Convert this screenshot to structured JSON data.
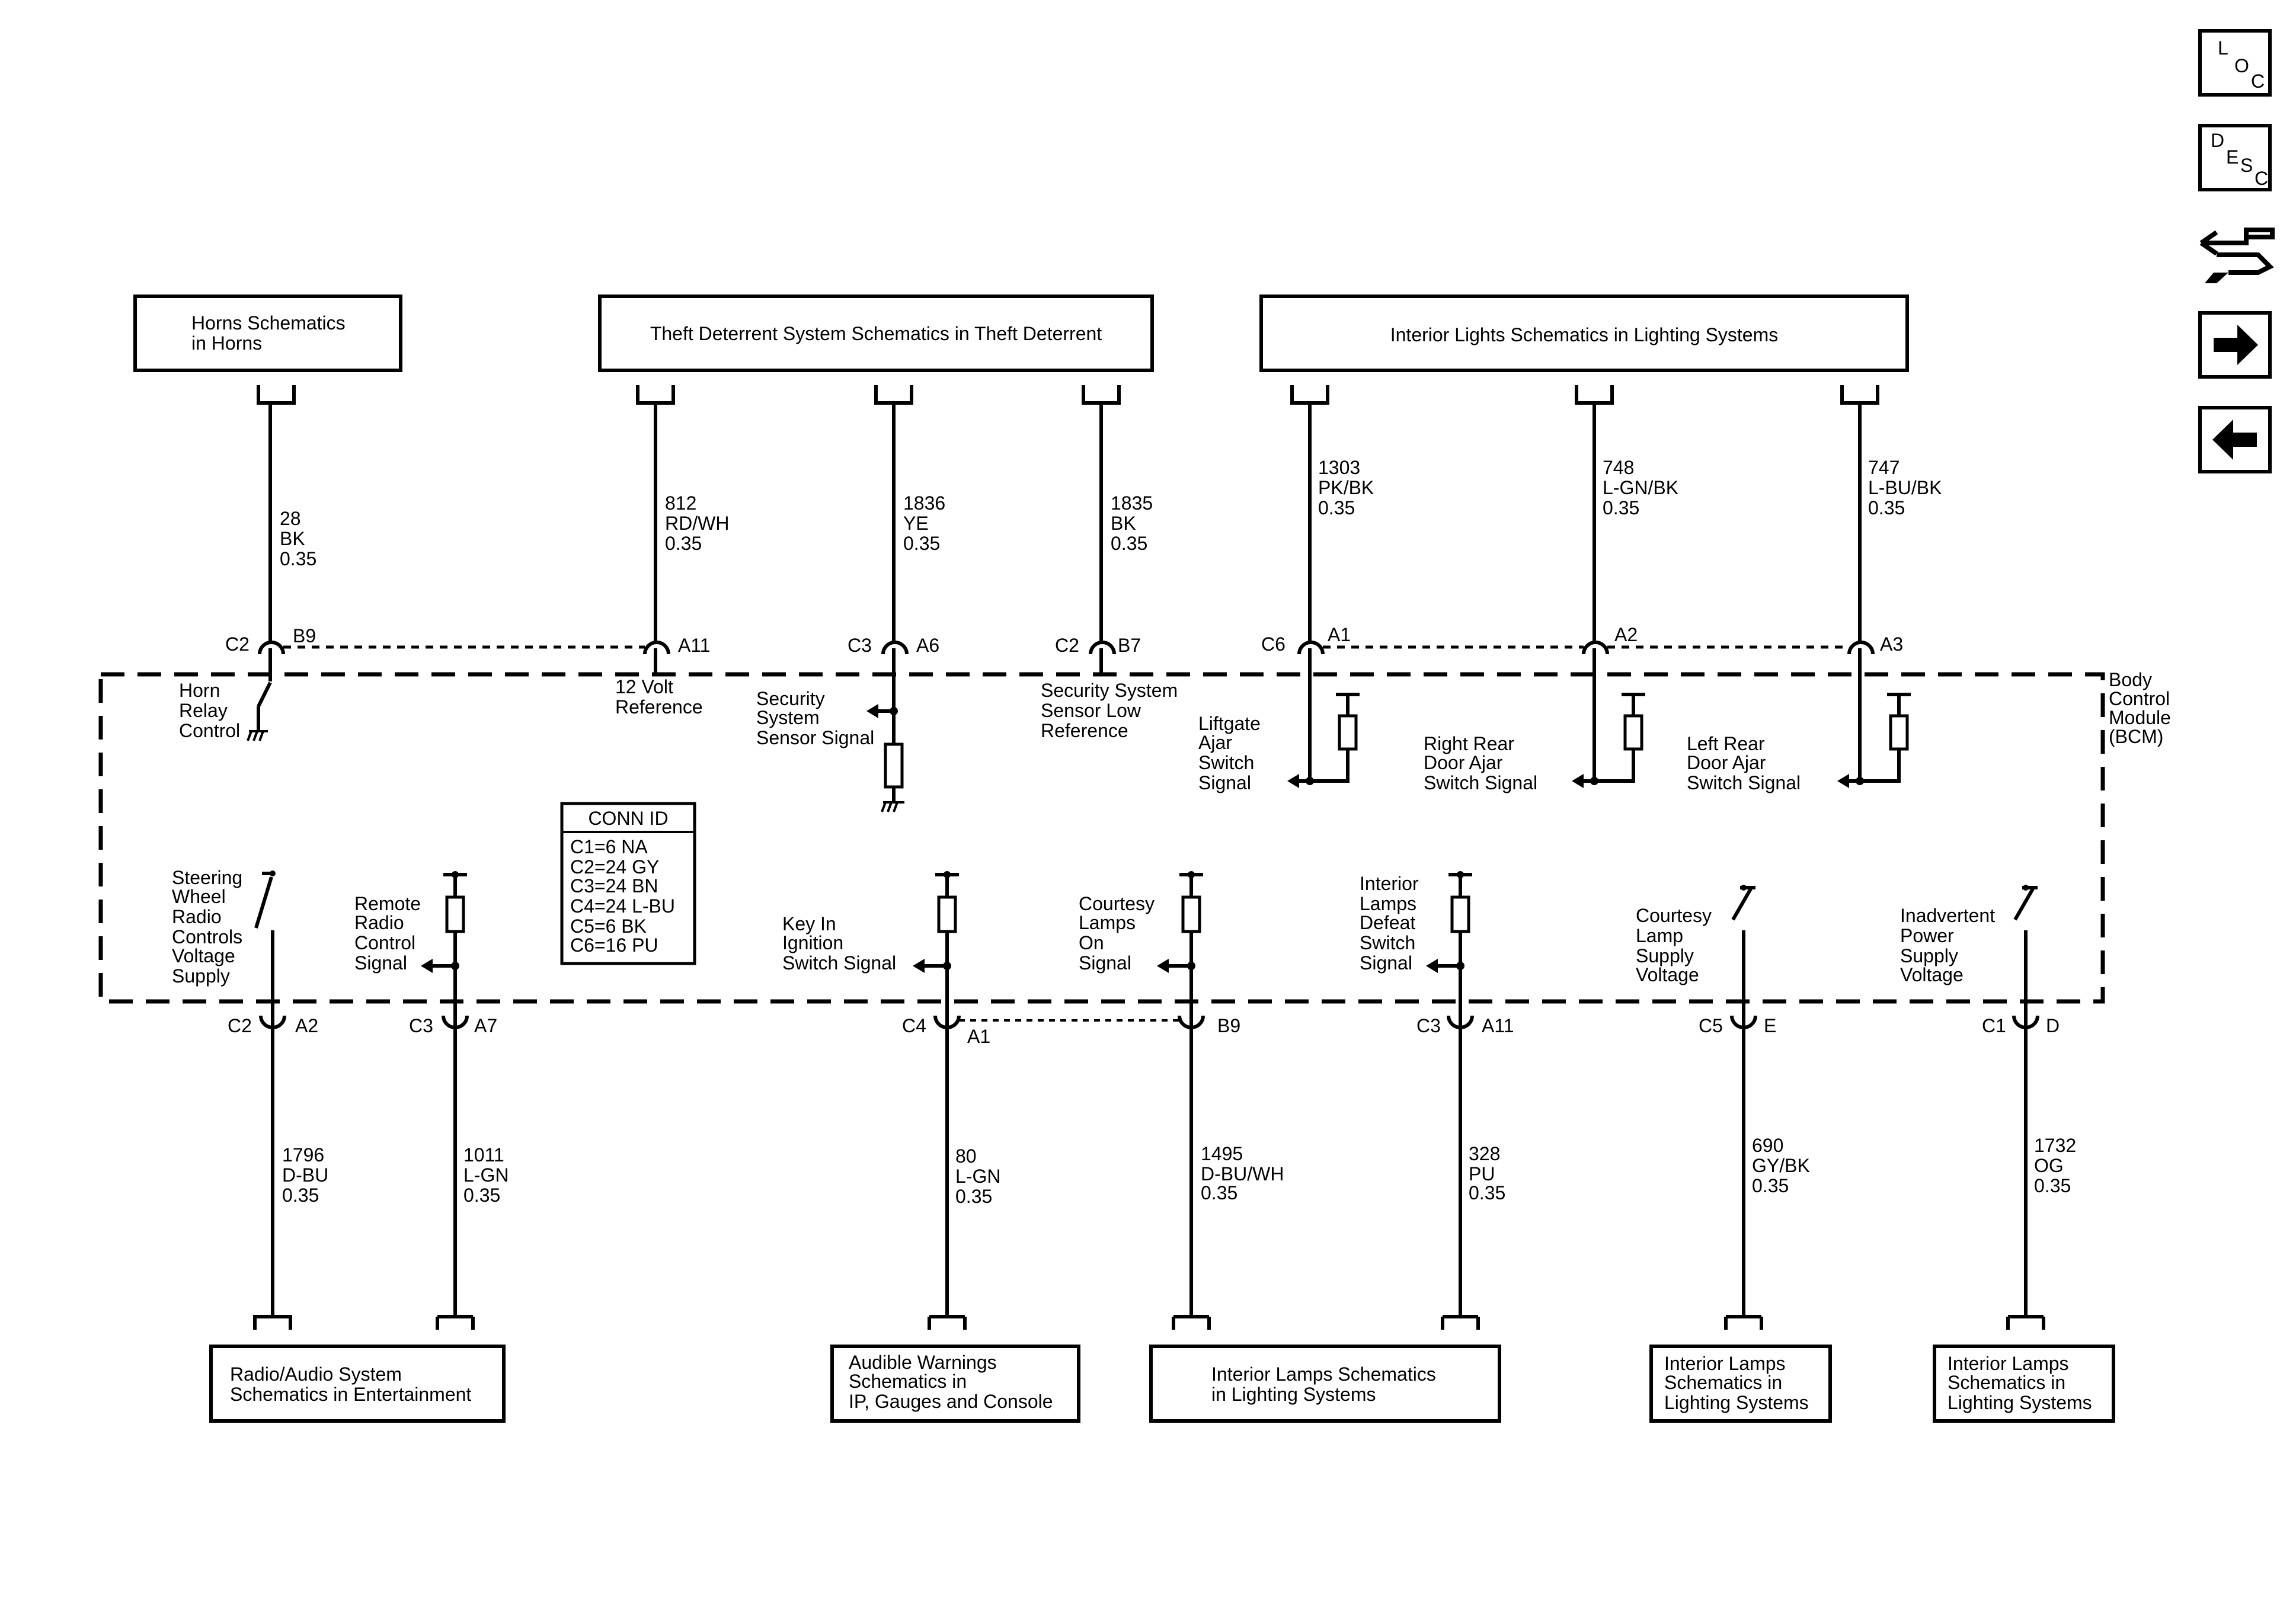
{
  "nav_buttons": [
    {
      "icon": "loc-icon",
      "letters": [
        "L",
        "O",
        "C"
      ]
    },
    {
      "icon": "desc-icon",
      "letters": [
        "D",
        "E",
        "S",
        "C"
      ]
    },
    {
      "icon": "connector-wrench-icon"
    },
    {
      "icon": "arrow-right-icon"
    },
    {
      "icon": "arrow-left-icon"
    }
  ],
  "top_boxes": {
    "horns": [
      "Horns Schematics",
      "in Horns"
    ],
    "theft": [
      "Theft Deterrent System Schematics in Theft Deterrent"
    ],
    "interior": [
      "Interior Lights Schematics in Lighting Systems"
    ]
  },
  "top_wires": [
    {
      "id": "28",
      "lines": [
        "28",
        "BK",
        "0.35"
      ],
      "conn": "C2",
      "pin": "B9",
      "circuit": [
        "Horn",
        "Relay",
        "Control"
      ]
    },
    {
      "id": "812",
      "lines": [
        "812",
        "RD/WH",
        "0.35"
      ],
      "conn": "",
      "pin": "A11",
      "circuit": [
        "12 Volt",
        "Reference"
      ]
    },
    {
      "id": "1836",
      "lines": [
        "1836",
        "YE",
        "0.35"
      ],
      "conn": "C3",
      "pin": "A6",
      "circuit": [
        "Security",
        "System",
        "Sensor Signal"
      ]
    },
    {
      "id": "1835",
      "lines": [
        "1835",
        "BK",
        "0.35"
      ],
      "conn": "C2",
      "pin": "B7",
      "circuit": [
        "Security System",
        "Sensor Low",
        "Reference"
      ]
    },
    {
      "id": "1303",
      "lines": [
        "1303",
        "PK/BK",
        "0.35"
      ],
      "conn": "C6",
      "pin": "A1",
      "circuit": [
        "Liftgate",
        "Ajar",
        "Switch",
        "Signal"
      ]
    },
    {
      "id": "748",
      "lines": [
        "748",
        "L-GN/BK",
        "0.35"
      ],
      "conn": "",
      "pin": "A2",
      "circuit": [
        "Right Rear",
        "Door Ajar",
        "Switch Signal"
      ]
    },
    {
      "id": "747",
      "lines": [
        "747",
        "L-BU/BK",
        "0.35"
      ],
      "conn": "",
      "pin": "A3",
      "circuit": [
        "Left Rear",
        "Door Ajar",
        "Switch Signal"
      ]
    }
  ],
  "bcm_label": [
    "Body",
    "Control",
    "Module",
    "(BCM)"
  ],
  "conn_id": {
    "title": "CONN ID",
    "rows": [
      "C1=6 NA",
      "C2=24 GY",
      "C3=24 BN",
      "C4=24 L-BU",
      "C5=6 BK",
      "C6=16 PU"
    ]
  },
  "bottom_wires": [
    {
      "id": "1796",
      "lines": [
        "1796",
        "D-BU",
        "0.35"
      ],
      "conn": "C2",
      "pin": "A2",
      "circuit": [
        "Steering",
        "Wheel",
        "Radio",
        "Controls",
        "Voltage",
        "Supply"
      ]
    },
    {
      "id": "1011",
      "lines": [
        "1011",
        "L-GN",
        "0.35"
      ],
      "conn": "C3",
      "pin": "A7",
      "circuit": [
        "Remote",
        "Radio",
        "Control",
        "Signal"
      ]
    },
    {
      "id": "80",
      "lines": [
        "80",
        "L-GN",
        "0.35"
      ],
      "conn": "C4",
      "pin": "A1",
      "circuit": [
        "Key In",
        "Ignition",
        "Switch Signal"
      ]
    },
    {
      "id": "1495",
      "lines": [
        "1495",
        "D-BU/WH",
        "0.35"
      ],
      "conn": "",
      "pin": "B9",
      "circuit": [
        "Courtesy",
        "Lamps",
        "On",
        "Signal"
      ]
    },
    {
      "id": "328",
      "lines": [
        "328",
        "PU",
        "0.35"
      ],
      "conn": "C3",
      "pin": "A11",
      "circuit": [
        "Interior",
        "Lamps",
        "Defeat",
        "Switch",
        "Signal"
      ]
    },
    {
      "id": "690",
      "lines": [
        "690",
        "GY/BK",
        "0.35"
      ],
      "conn": "C5",
      "pin": "E",
      "circuit": [
        "Courtesy",
        "Lamp",
        "Supply",
        "Voltage"
      ]
    },
    {
      "id": "1732",
      "lines": [
        "1732",
        "OG",
        "0.35"
      ],
      "conn": "C1",
      "pin": "D",
      "circuit": [
        "Inadvertent",
        "Power",
        "Supply",
        "Voltage"
      ]
    }
  ],
  "bottom_boxes": {
    "radio": [
      "Radio/Audio System",
      "Schematics in Entertainment"
    ],
    "audible": [
      "Audible Warnings",
      "Schematics in",
      "IP, Gauges and Console"
    ],
    "interior_lamps_main": [
      "Interior Lamps Schematics",
      "in Lighting Systems"
    ],
    "interior_lamps_a": [
      "Interior Lamps",
      "Schematics in",
      "Lighting Systems"
    ],
    "interior_lamps_b": [
      "Interior Lamps",
      "Schematics in",
      "Lighting Systems"
    ]
  }
}
